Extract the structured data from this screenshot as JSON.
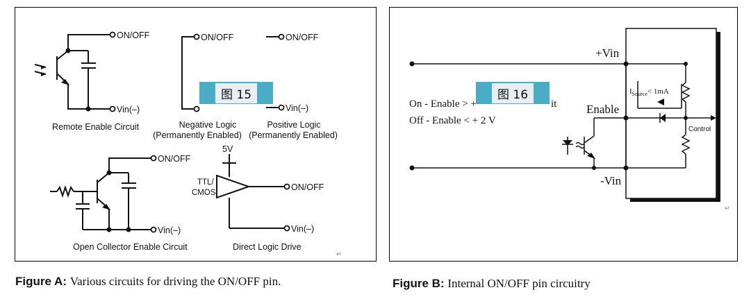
{
  "figure_a": {
    "terminal_onoff": "ON/OFF",
    "terminal_vin_neg": "Vin(–)",
    "circuits": [
      {
        "title": "Remote Enable Circuit"
      },
      {
        "title": "Negative Logic",
        "subtitle": "(Permanently Enabled)"
      },
      {
        "title": "Positive Logic",
        "subtitle": "(Permanently Enabled)"
      },
      {
        "title": "Open Collector Enable Circuit"
      },
      {
        "title": "Direct Logic Drive"
      }
    ],
    "supply_5v": "5V",
    "ttl_label": "TTL/",
    "cmos_label": "CMOS",
    "overlay_tag": "图 15",
    "caption_label": "Figure A:",
    "caption_text": "Various circuits for driving the ON/OFF pin."
  },
  "figure_b": {
    "plus_vin": "+Vin",
    "minus_vin": "-Vin",
    "enable": "Enable",
    "control": "Control",
    "isource": "I",
    "isource_sub": "Source",
    "isource_val": "< 1mA",
    "on_line": "On - Enable > +",
    "on_line_tail": "it",
    "off_line": "Off - Enable < + 2 V",
    "overlay_tag": "图 16",
    "caption_label": "Figure B:",
    "caption_text": "Internal ON/OFF pin circuitry"
  }
}
